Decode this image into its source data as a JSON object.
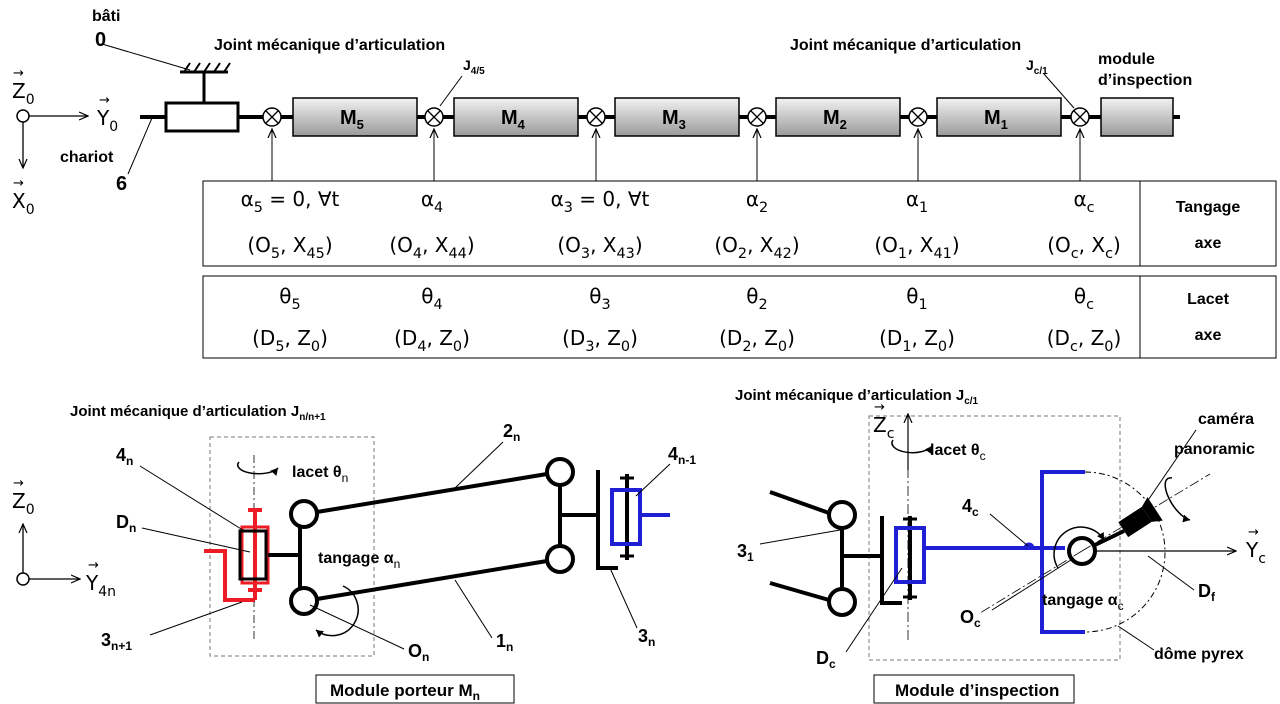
{
  "top": {
    "bati_label": "bâti",
    "bati_num": "0",
    "chariot_label": "chariot",
    "chariot_num": "6",
    "frame_z": "Z",
    "frame_z_sub": "0",
    "frame_y": "Y",
    "frame_y_sub": "0",
    "frame_x": "X",
    "frame_x_sub": "0",
    "joint_left_title": "Joint mécanique d’articulation",
    "joint_left_id": "J",
    "joint_left_sub": "4/5",
    "joint_right_title": "Joint mécanique d’articulation",
    "joint_right_id": "J",
    "joint_right_sub": "c/1",
    "inspection_module_label_1": "module",
    "inspection_module_label_2": "d’inspection",
    "modules": [
      {
        "name": "M",
        "sub": "5"
      },
      {
        "name": "M",
        "sub": "4"
      },
      {
        "name": "M",
        "sub": "3"
      },
      {
        "name": "M",
        "sub": "2"
      },
      {
        "name": "M",
        "sub": "1"
      }
    ]
  },
  "tangage_table": {
    "row_label_1": "Tangage",
    "row_label_2": "axe",
    "angles": [
      {
        "sym": "α",
        "sub": "5",
        "extra": " = 0, ∀t"
      },
      {
        "sym": "α",
        "sub": "4",
        "extra": ""
      },
      {
        "sym": "α",
        "sub": "3",
        "extra": " = 0, ∀t"
      },
      {
        "sym": "α",
        "sub": "2",
        "extra": ""
      },
      {
        "sym": "α",
        "sub": "1",
        "extra": ""
      },
      {
        "sym": "α",
        "sub": "c",
        "extra": ""
      }
    ],
    "axes": [
      {
        "p": "O",
        "ps": "5",
        "v": "X",
        "vs": "45"
      },
      {
        "p": "O",
        "ps": "4",
        "v": "X",
        "vs": "44"
      },
      {
        "p": "O",
        "ps": "3",
        "v": "X",
        "vs": "43"
      },
      {
        "p": "O",
        "ps": "2",
        "v": "X",
        "vs": "42"
      },
      {
        "p": "O",
        "ps": "1",
        "v": "X",
        "vs": "41"
      },
      {
        "p": "O",
        "ps": "c",
        "v": "X",
        "vs": "c"
      }
    ]
  },
  "lacet_table": {
    "row_label_1": "Lacet",
    "row_label_2": "axe",
    "angles": [
      {
        "sym": "θ",
        "sub": "5"
      },
      {
        "sym": "θ",
        "sub": "4"
      },
      {
        "sym": "θ",
        "sub": "3"
      },
      {
        "sym": "θ",
        "sub": "2"
      },
      {
        "sym": "θ",
        "sub": "1"
      },
      {
        "sym": "θ",
        "sub": "c"
      }
    ],
    "axes": [
      {
        "p": "D",
        "ps": "5",
        "v": "Z",
        "vs": "0"
      },
      {
        "p": "D",
        "ps": "4",
        "v": "Z",
        "vs": "0"
      },
      {
        "p": "D",
        "ps": "3",
        "v": "Z",
        "vs": "0"
      },
      {
        "p": "D",
        "ps": "2",
        "v": "Z",
        "vs": "0"
      },
      {
        "p": "D",
        "ps": "1",
        "v": "Z",
        "vs": "0"
      },
      {
        "p": "D",
        "ps": "c",
        "v": "Z",
        "vs": "0"
      }
    ]
  },
  "carrier": {
    "title": "Joint mécanique d’articulation J",
    "title_sub": "n/n+1",
    "frame_z": "Z",
    "frame_z_sub": "0",
    "frame_y": "Y",
    "frame_y_sub": "4n",
    "lacet": "lacet θ",
    "lacet_sub": "n",
    "tangage": "tangage α",
    "tangage_sub": "n",
    "label_4n": "4",
    "label_4n_sub": "n",
    "label_Dn": "D",
    "label_Dn_sub": "n",
    "label_3n1": "3",
    "label_3n1_sub": "n+1",
    "label_On": "O",
    "label_On_sub": "n",
    "label_1n": "1",
    "label_1n_sub": "n",
    "label_2n": "2",
    "label_2n_sub": "n",
    "label_3n": "3",
    "label_3n_sub": "n",
    "label_4n1": "4",
    "label_4n1_sub": "n-1",
    "caption": "Module porteur M",
    "caption_sub": "n"
  },
  "inspection": {
    "title": "Joint mécanique d’articulation J",
    "title_sub": "c/1",
    "frame_z": "Z",
    "frame_z_sub": "c",
    "frame_y": "Y",
    "frame_y_sub": "c",
    "lacet": "lacet θ",
    "lacet_sub": "c",
    "tangage": "tangage α",
    "tangage_sub": "c",
    "label_31": "3",
    "label_31_sub": "1",
    "label_4c": "4",
    "label_4c_sub": "c",
    "label_Oc": "O",
    "label_Oc_sub": "c",
    "label_Dc": "D",
    "label_Dc_sub": "c",
    "label_Df": "D",
    "label_Df_sub": "f",
    "camera_1": "caméra",
    "camera_2": "panoramic",
    "dome": "dôme pyrex",
    "caption": "Module d’inspection"
  },
  "colors": {
    "red": "#ee1c24",
    "blue": "#1f1fd6",
    "black": "#000000",
    "module_fill_light": "#f0f0f0",
    "module_fill_dark": "#9a9a9a"
  }
}
